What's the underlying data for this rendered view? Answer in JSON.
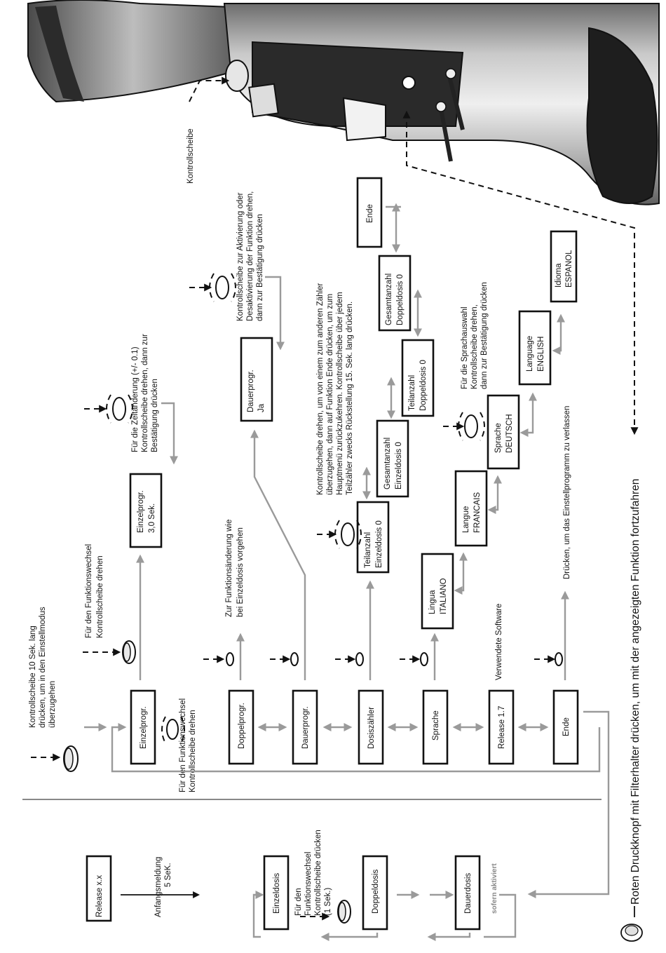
{
  "labels": {
    "release_xx": "Release  x.x",
    "anfangsmeldung": [
      "Anfangsmeldung",
      "5 SeK."
    ],
    "einzeldosis": "Einzeldosis",
    "doppeldosis": "Doppeldosis",
    "dauerdosis": "Dauerdosis",
    "sofern_aktiviert": "sofern aktiviert",
    "fuer_den_funktionswechsel_1sek": [
      "Für den",
      "Funktionswechsel",
      "Kontrollscheibe drücken",
      "(1 Sek.)"
    ],
    "kontrollscheibe_10sek": [
      "Kontrollscheibe 10 Sek. lang",
      "drücken, um in den Einstellmodus",
      "überzugehen"
    ],
    "menu_einzelprogr": "Einzelprogr.",
    "menu_doppelprogr": "Doppelprogr.",
    "menu_dauerprogr": "Dauerprogr.",
    "menu_dosiszaehler": "Dosiszähler",
    "menu_sprache": "Sprache",
    "menu_release": "Release 1.7",
    "menu_ende": "Ende",
    "fuer_funktionswechsel_drehen_a": [
      "Für den Funktionswechsel",
      "Kontrollscheibe drehen"
    ],
    "fuer_funktionswechsel_drehen_b": [
      "Für den Funktionswechsel",
      "Kontrollscheibe drehen"
    ],
    "zur_funktionsaenderung": [
      "Zur Funktionsänderung wie",
      "bei Einzeldosis vorgehen"
    ],
    "verwendete_software": "Verwendete Software",
    "druecken_verlassen": "Drücken, um das Einstellprogramm zu verlassen",
    "einzelprogr_value": [
      "Einzelprogr.",
      "3,0 Sek."
    ],
    "zeitaenderung": [
      "Für die Zeitänderung (+/- 0.1)",
      "Kontrollscheibe drehen, dann zur",
      "Bestätigung drücken"
    ],
    "dauerprogr_value": [
      "Dauerprogr.",
      "Ja"
    ],
    "aktivierung_note": [
      "Kontrollscheibe zur Aktivierung oder",
      "Desaktivierung der Funktion drehen,",
      "dann zur Bestätigung drücken"
    ],
    "teilanzahl_einzeldosis": [
      "Teilanzahl",
      "Einzeldosis    0"
    ],
    "gesamtanzahl_einzeldosis": [
      "Gesamtanzahl",
      "Einzeldosis  0"
    ],
    "teilanzahl_doppeldosis": [
      "Teilanzahl",
      "Doppeldosis   0"
    ],
    "gesamtanzahl_doppeldosis": [
      "Gesamtanzahl",
      "Doppeldosis  0"
    ],
    "ende_box": "Ende",
    "zaehler_note": [
      "Kontrollscheibe drehen, um von einem zum anderen Zähler",
      "überzugehen, dann auf Funktion Ende drücken, um zum",
      "Hauptmenü zurückzukehren. Kontrollscheibe über jedem",
      "Teilzähler zwecks Rückstellung 15. Sek. lang drücken."
    ],
    "lingua_italiano": [
      "Lingua",
      "ITALIANO"
    ],
    "langue_francais": [
      "Langue",
      "FRANCAIS"
    ],
    "sprache_deutsch": [
      "Sprache",
      "DEUTSCH"
    ],
    "language_english": [
      "Language",
      "ENGLISH"
    ],
    "idioma_espanol": [
      "Idioma",
      "ESPANOL"
    ],
    "sprachauswahl_note": [
      "Für die Sprachauswahl",
      "Kontrollscheibe drehen,",
      "dann zur Bestätigung drücken"
    ],
    "kontrollscheibe_label": "Kontrollscheibe",
    "footer_text": "Roten Druckknopf mit Filterhalter drücken, um mit der angezeigten Funktion fortzufahren"
  }
}
